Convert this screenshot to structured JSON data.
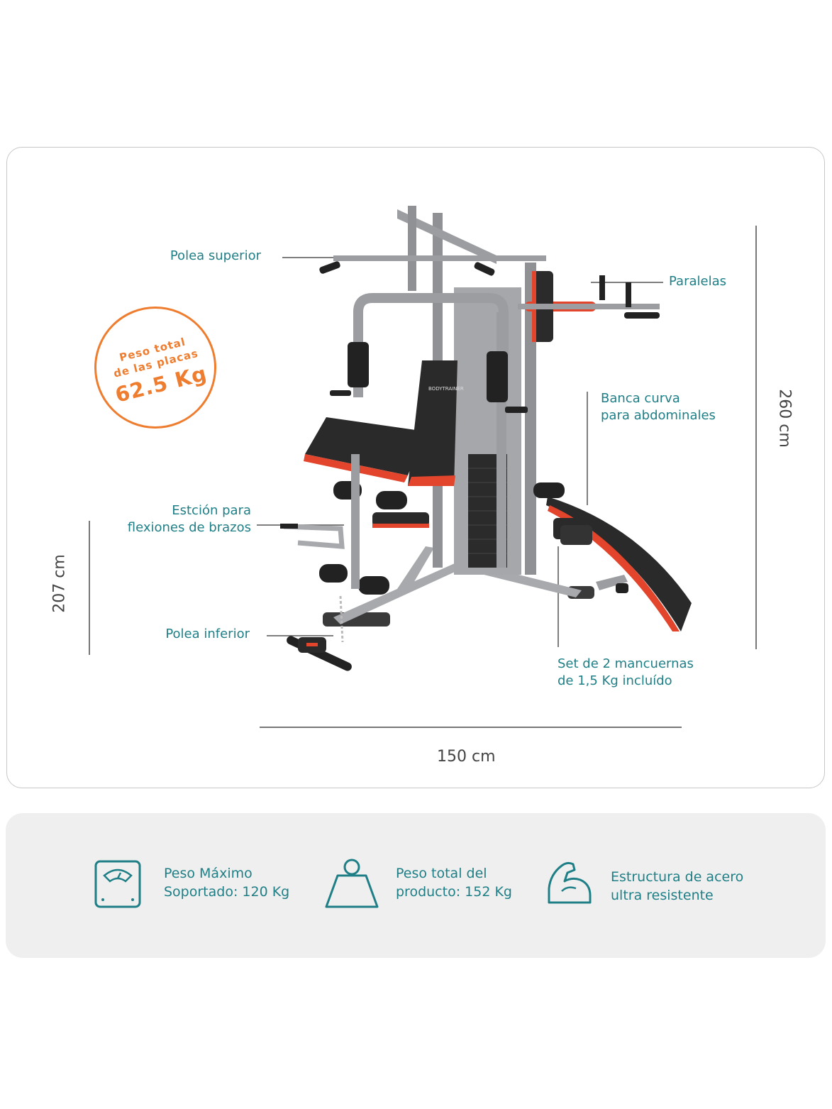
{
  "callouts": {
    "polea_superior": "Polea superior",
    "paralelas": "Paralelas",
    "banca_line1": "Banca curva",
    "banca_line2": "para abdominales",
    "estacion_line1": "Estción para",
    "estacion_line2": "flexiones de brazos",
    "polea_inferior": "Polea inferior",
    "mancuernas_line1": "Set de 2 mancuernas",
    "mancuernas_line2": "de 1,5 Kg incluído"
  },
  "dimensions": {
    "height_total": "260 cm",
    "height_station": "207 cm",
    "width": "150 cm"
  },
  "badge": {
    "line1": "Peso total",
    "line2": "de las placas",
    "line3": "62.5 Kg"
  },
  "features": [
    {
      "icon": "scale-icon",
      "line1": "Peso Máximo",
      "line2": "Soportado: 120 Kg"
    },
    {
      "icon": "weight-icon",
      "line1": "Peso total del",
      "line2": "producto: 152 Kg"
    },
    {
      "icon": "flexed-arm-icon",
      "line1": "Estructura de acero",
      "line2": "ultra resistente"
    }
  ],
  "brand_on_bench": "BODYTRAINER",
  "colors": {
    "teal": "#1f7f86",
    "orange": "#ee7d30",
    "red": "#e2452c",
    "frame_gray": "#9a9ca0"
  }
}
